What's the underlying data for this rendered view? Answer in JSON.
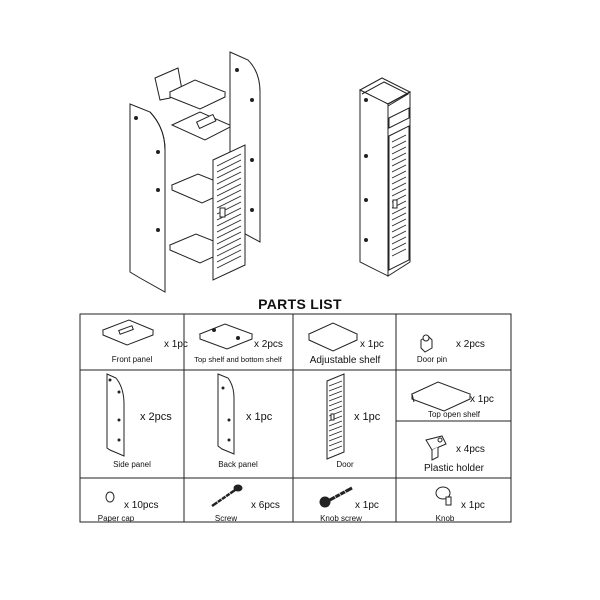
{
  "title": "PARTS LIST",
  "parts": [
    {
      "name": "Front panel",
      "qty": "x 1pc",
      "icon": "front-panel-icon"
    },
    {
      "name": "Top shelf and bottom shelf",
      "qty": "x 2pcs",
      "icon": "top-bottom-shelf-icon"
    },
    {
      "name": "Adjustable shelf",
      "qty": "x 1pc",
      "icon": "adjustable-shelf-icon"
    },
    {
      "name": "Door pin",
      "qty": "x 2pcs",
      "icon": "door-pin-icon"
    },
    {
      "name": "Side panel",
      "qty": "x 2pcs",
      "icon": "side-panel-icon"
    },
    {
      "name": "Back panel",
      "qty": "x 1pc",
      "icon": "back-panel-icon"
    },
    {
      "name": "Door",
      "qty": "x 1pc",
      "icon": "door-icon"
    },
    {
      "name": "Top open shelf",
      "qty": "x 1pc",
      "icon": "top-open-shelf-icon"
    },
    {
      "name": "Plastic holder",
      "qty": "x 4pcs",
      "icon": "plastic-holder-icon"
    },
    {
      "name": "Paper cap",
      "qty": "x 10pcs",
      "icon": "paper-cap-icon"
    },
    {
      "name": "Screw",
      "qty": "x 6pcs",
      "icon": "screw-icon"
    },
    {
      "name": "Knob screw",
      "qty": "x 1pc",
      "icon": "knob-screw-icon"
    },
    {
      "name": "Knob",
      "qty": "x 1pc",
      "icon": "knob-icon"
    }
  ],
  "illustration": {
    "exploded": "exploded-view-icon",
    "assembled": "assembled-cabinet-icon"
  }
}
